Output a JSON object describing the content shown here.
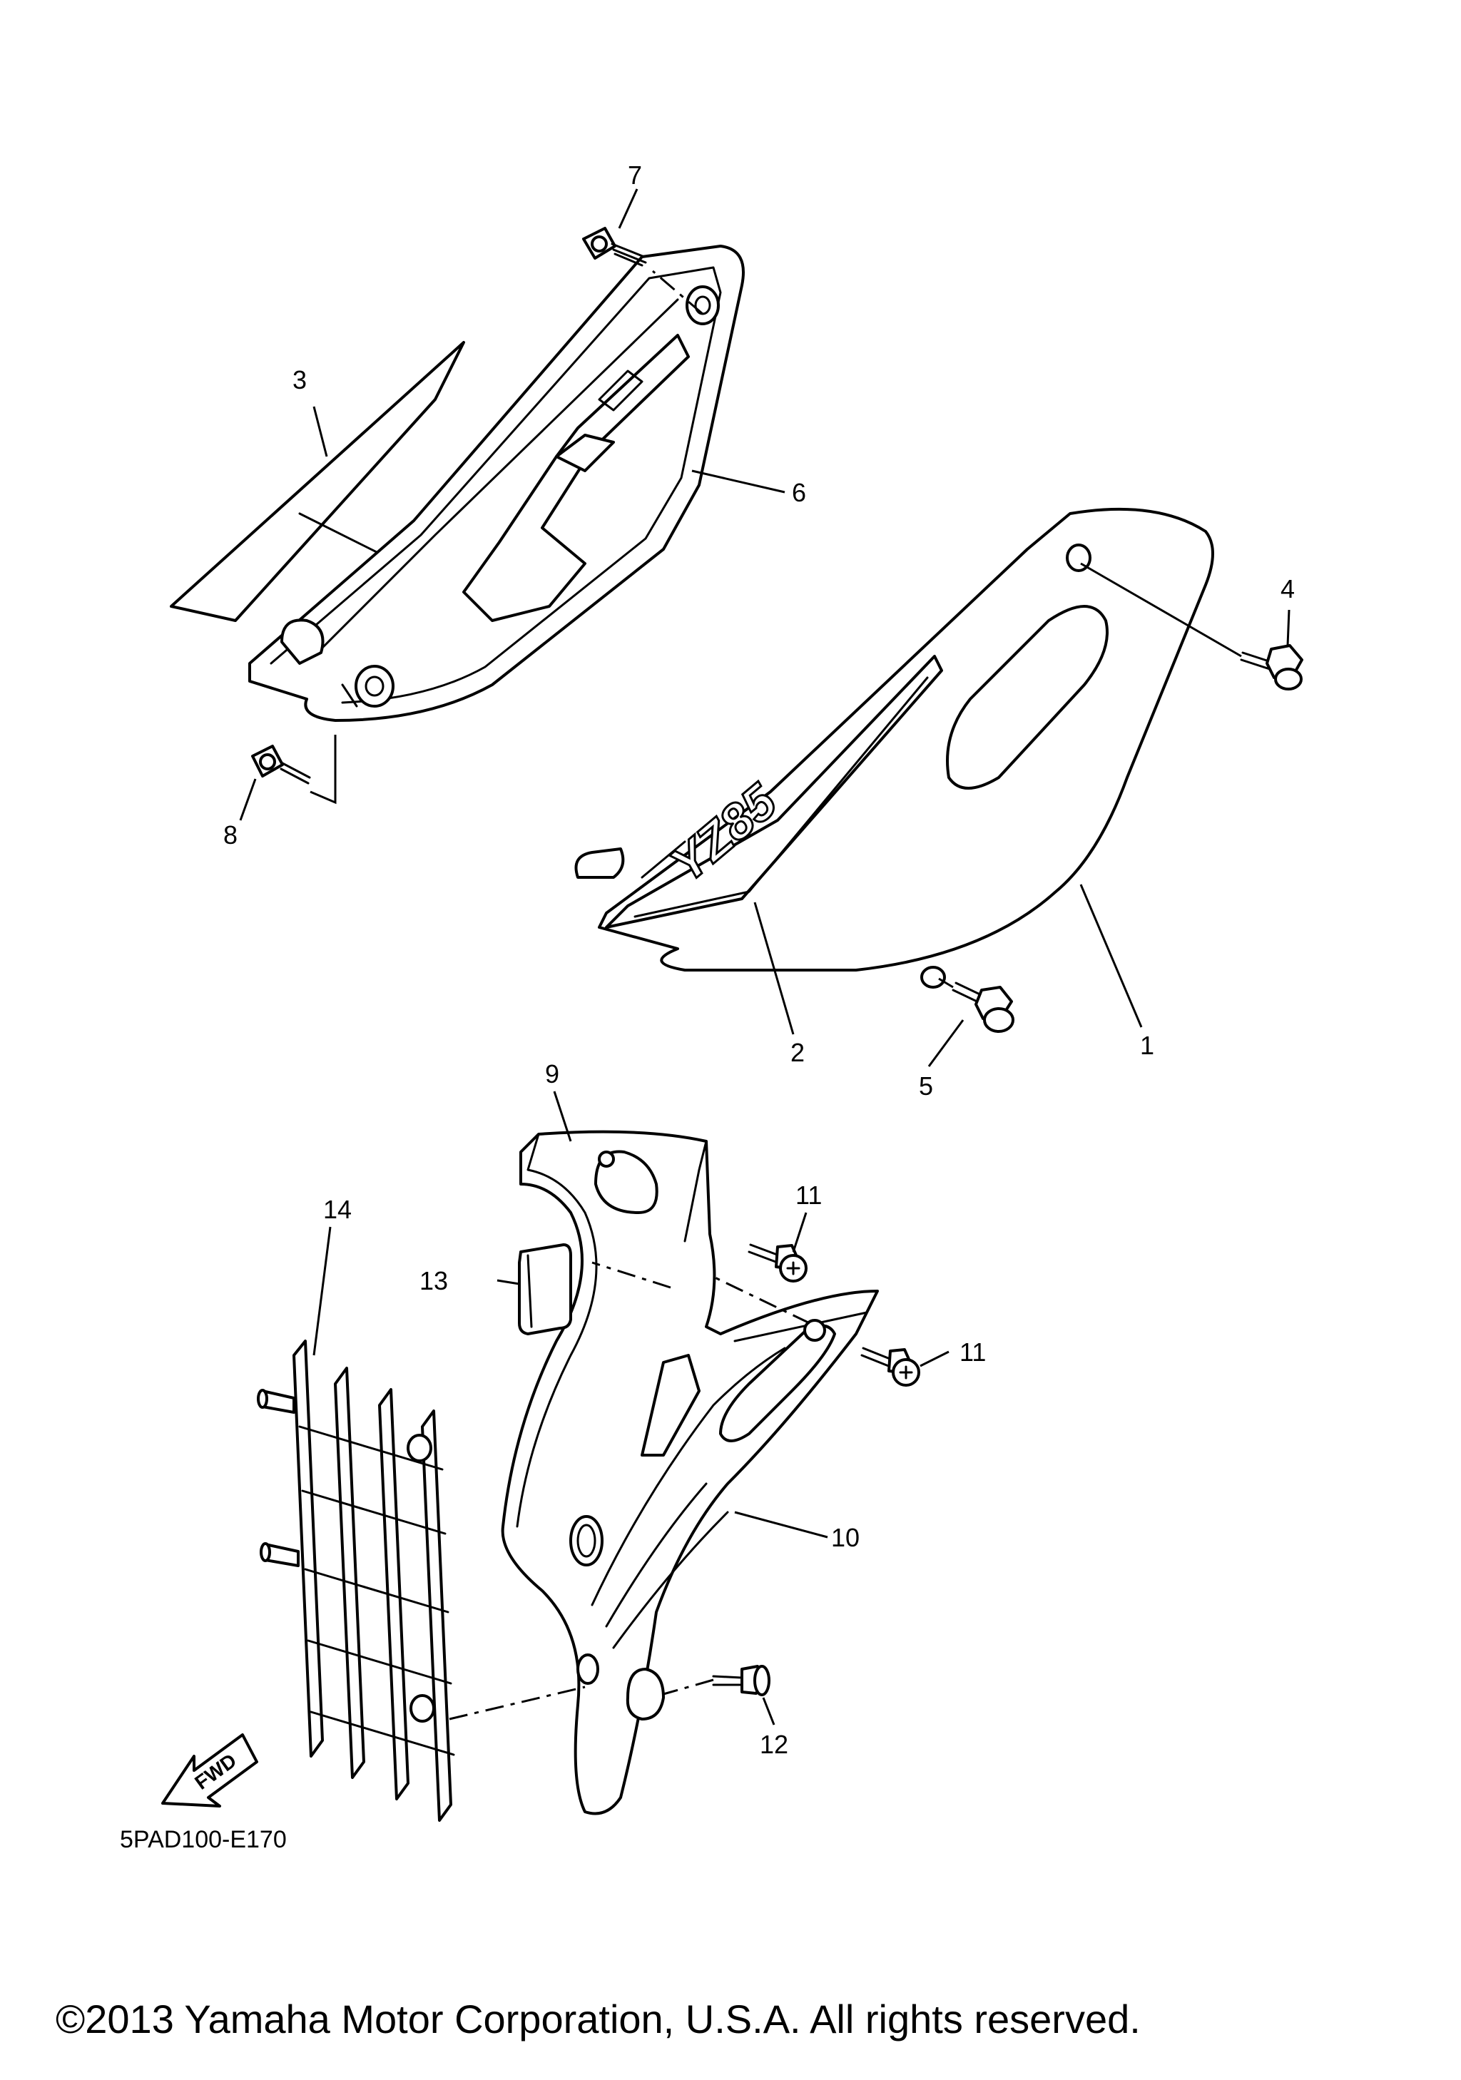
{
  "callouts": {
    "c1": "1",
    "c2": "2",
    "c3": "3",
    "c4": "4",
    "c5": "5",
    "c6": "6",
    "c7": "7",
    "c8": "8",
    "c9": "9",
    "c10": "10",
    "c11a": "11",
    "c11b": "11",
    "c12": "12",
    "c13": "13",
    "c14": "14"
  },
  "diagram_code": "5PAD100-E170",
  "decal_text": "YZ85",
  "fwd_label": "FWD",
  "copyright": "©2013 Yamaha Motor Corporation, U.S.A. All rights reserved."
}
